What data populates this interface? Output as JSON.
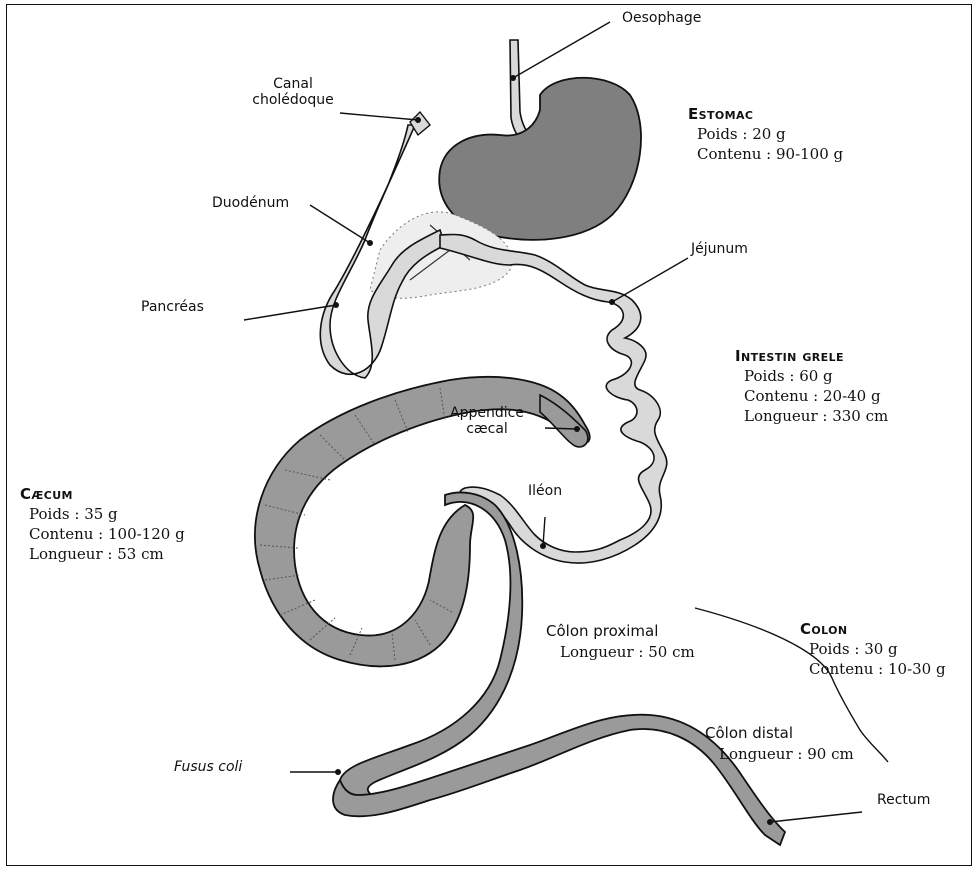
{
  "labels": {
    "oesophage": "Oesophage",
    "canal_1": "Canal",
    "canal_2": "cholédoque",
    "duodenum": "Duodénum",
    "jejunum": "Jéjunum",
    "pancreas": "Pancréas",
    "appendice_1": "Appendice",
    "appendice_2": "cæcal",
    "ileon": "Iléon",
    "fusus_coli": "Fusus coli",
    "rectum": "Rectum"
  },
  "estomac": {
    "title": "Estomac",
    "poids": "Poids : 20 g",
    "contenu": "Contenu : 90-100 g"
  },
  "intestin": {
    "title": "Intestin grele",
    "poids": "Poids : 60 g",
    "contenu": "Contenu : 20-40 g",
    "longueur": "Longueur : 330 cm"
  },
  "caecum": {
    "title": "Cæcum",
    "poids": "Poids : 35 g",
    "contenu": "Contenu : 100-120 g",
    "longueur": "Longueur : 53 cm"
  },
  "colon_proximal": {
    "title": "Côlon proximal",
    "longueur": "Longueur : 50 cm"
  },
  "colon": {
    "title": "Colon",
    "poids": "Poids : 30 g",
    "contenu": "Contenu : 10-30 g"
  },
  "colon_distal": {
    "title": "Côlon distal",
    "longueur": "Longueur : 90 cm"
  },
  "colors": {
    "tissue_light": "#d9d9d9",
    "tissue_mid": "#9a9a9a",
    "stomach": "#7f7f7f",
    "outline": "#111111"
  }
}
